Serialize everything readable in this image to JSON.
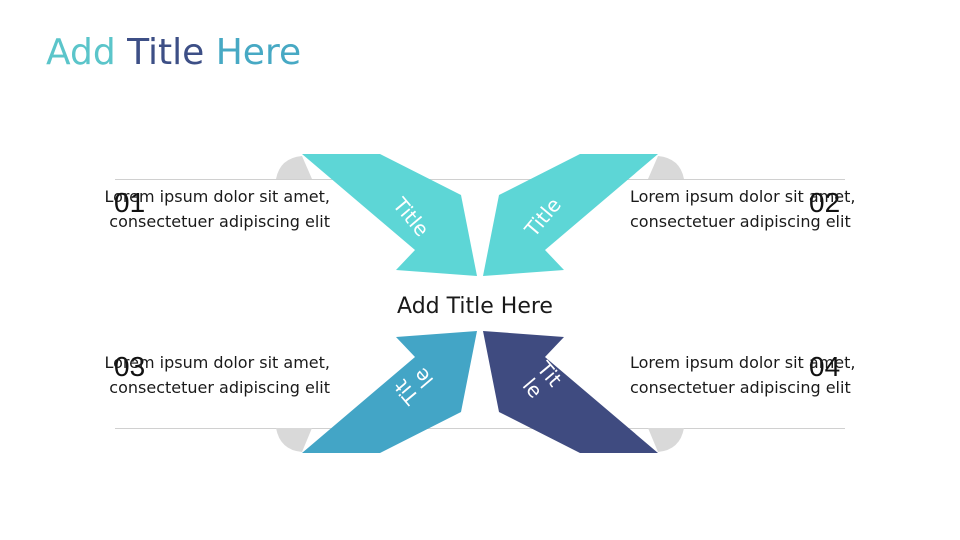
{
  "title": {
    "part1": "Add ",
    "part2": "Title ",
    "part3": "Here"
  },
  "center_title": "Add Title Here",
  "items": [
    {
      "number": "01",
      "text": "Lorem ipsum dolor sit amet, consectetuer adipiscing elit",
      "arrow_label": "Title",
      "color": "#5dd6d6"
    },
    {
      "number": "02",
      "text": "Lorem ipsum dolor sit amet, consectetuer adipiscing elit",
      "arrow_label": "Title",
      "color": "#5dd6d6"
    },
    {
      "number": "03",
      "text": "Lorem ipsum dolor sit amet, consectetuer adipiscing elit",
      "arrow_label_line1": "Tit",
      "arrow_label_line2": "le",
      "color": "#43a5c6"
    },
    {
      "number": "04",
      "text": "Lorem ipsum dolor sit amet, consectetuer adipiscing elit",
      "arrow_label_line1": "Tit",
      "arrow_label_line2": "le",
      "color": "#3f4b80"
    }
  ],
  "colors": {
    "shadow": "#d9d9d9",
    "divider": "#d0d0d0"
  }
}
